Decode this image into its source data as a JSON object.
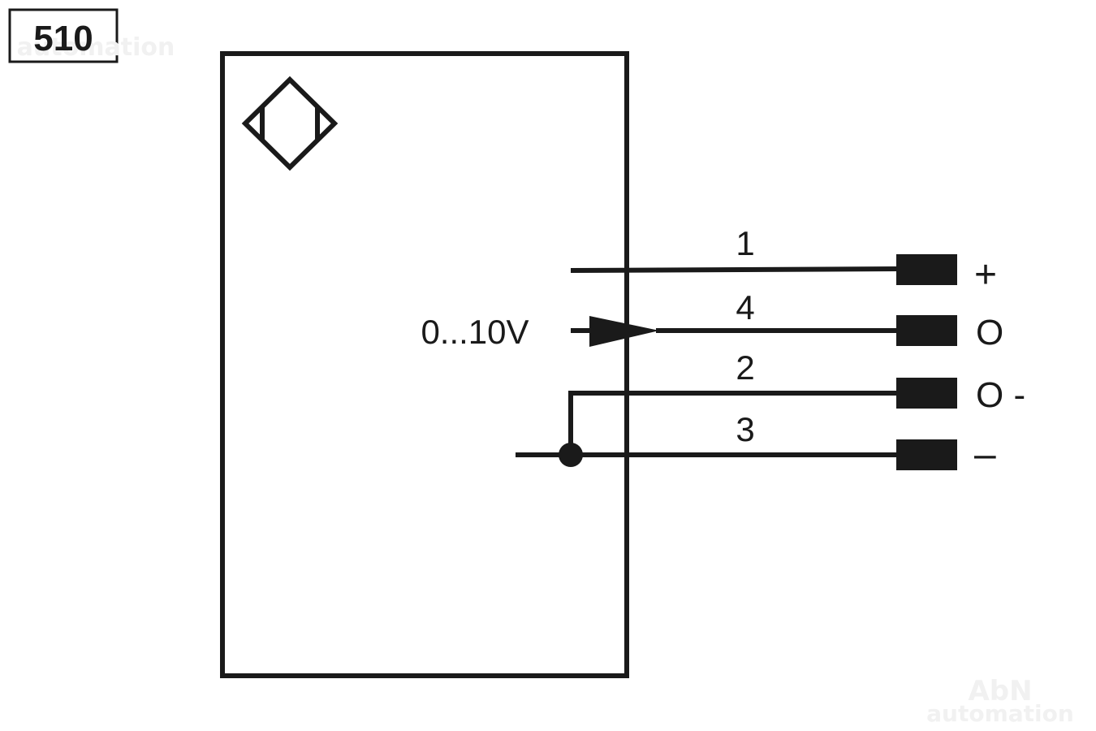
{
  "badge": {
    "code": "510"
  },
  "watermark": {
    "brand": "AbN",
    "sub": "automation"
  },
  "signal": {
    "label": "0...10V"
  },
  "wires": [
    {
      "pin": "1",
      "terminal": "+"
    },
    {
      "pin": "4",
      "terminal": "O"
    },
    {
      "pin": "2",
      "terminal": "O -"
    },
    {
      "pin": "3",
      "terminal": "–"
    }
  ],
  "sensor_symbol": {
    "icon": "inductive-sensor-icon"
  },
  "colors": {
    "ink": "#1a1a1a",
    "watermark": "#f1f1f1"
  }
}
